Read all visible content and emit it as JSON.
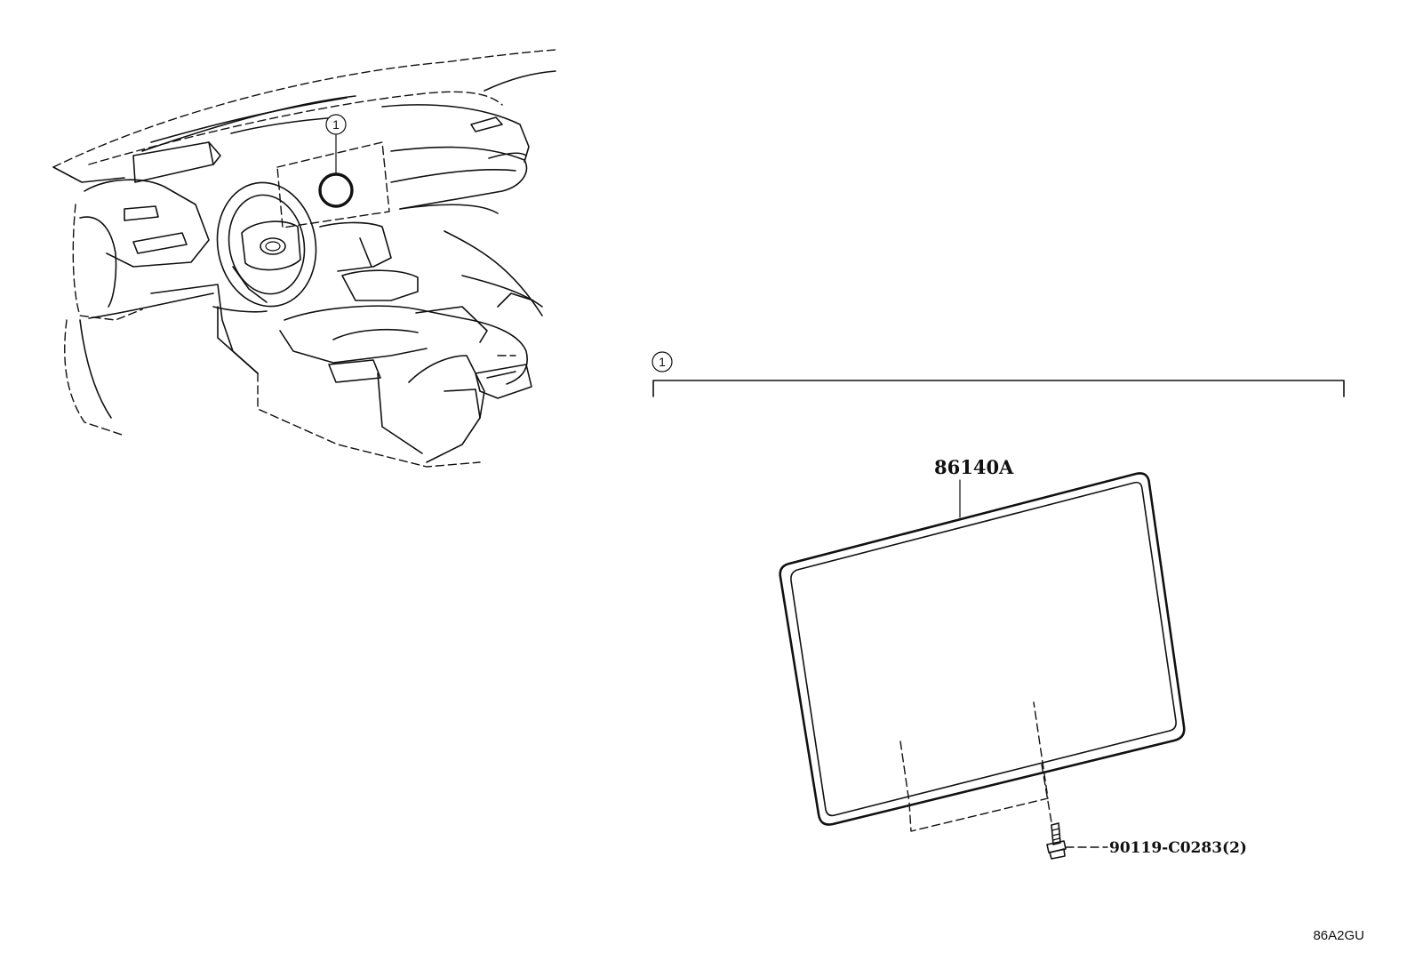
{
  "callouts": {
    "overview": "1",
    "group": "1"
  },
  "parts": {
    "display": "86140A",
    "screw": "90119-C0283(2)"
  },
  "illustration_code": "86A2GU"
}
